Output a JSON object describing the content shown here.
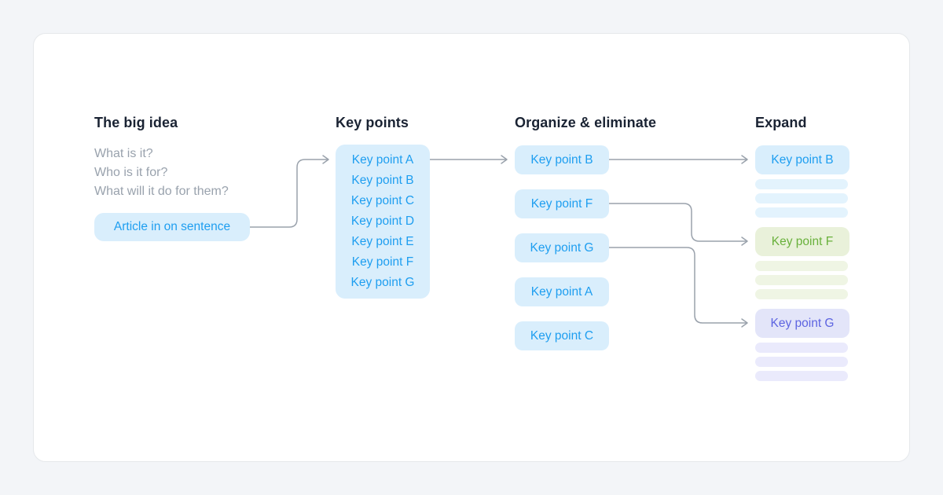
{
  "columns": {
    "big_idea": {
      "title": "The big idea",
      "questions": [
        "What is it?",
        "Who is it for?",
        "What will it do for them?"
      ],
      "pill": "Article in on sentence"
    },
    "key_points": {
      "title": "Key points",
      "items": [
        "Key point A",
        "Key point B",
        "Key point C",
        "Key point D",
        "Key point E",
        "Key point F",
        "Key point G"
      ]
    },
    "organize": {
      "title": "Organize & eliminate",
      "items": [
        "Key point B",
        "Key point F",
        "Key point G",
        "Key point A",
        "Key point C"
      ]
    },
    "expand": {
      "title": "Expand",
      "cards": [
        {
          "label": "Key point B",
          "color": "blue"
        },
        {
          "label": "Key point F",
          "color": "green"
        },
        {
          "label": "Key point G",
          "color": "purple"
        }
      ]
    }
  },
  "colors": {
    "page_bg": "#f3f5f8",
    "card_bg": "#ffffff",
    "card_border": "#e5e8eb",
    "heading": "#1a2333",
    "muted": "#99a2ad",
    "line": "#9aa2ac",
    "blue_text": "#1e9ef0",
    "blue_bg": "#d9eefc",
    "blue_bar": "#e3f3fd",
    "green_text": "#69b13c",
    "green_bg": "#e9f1da",
    "green_bar": "#eff5e4",
    "purple_text": "#5d64e1",
    "purple_bg": "#e3e5f9",
    "purple_bar": "#eaeafc"
  }
}
